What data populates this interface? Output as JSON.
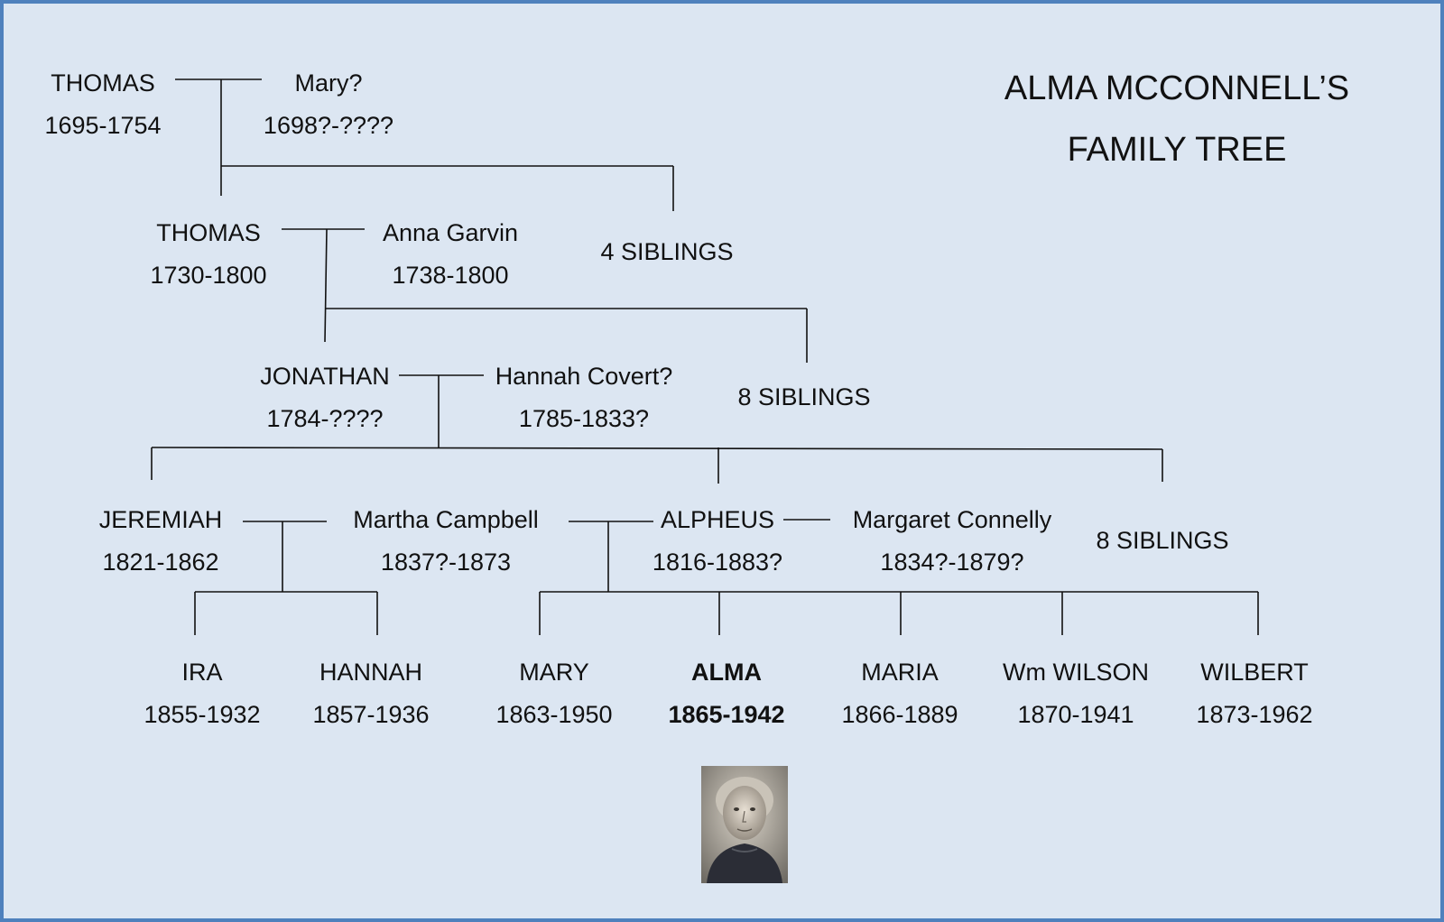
{
  "title": {
    "line1": "ALMA MCCONNELL’S",
    "line2": "FAMILY TREE"
  },
  "gen1": {
    "thomas": {
      "name": "THOMAS",
      "years": "1695-1754"
    },
    "mary": {
      "name": "Mary?",
      "years": "1698?-????"
    }
  },
  "gen2": {
    "thomas": {
      "name": "THOMAS",
      "years": "1730-1800"
    },
    "anna": {
      "name": "Anna Garvin",
      "years": "1738-1800"
    },
    "siblings": "4 SIBLINGS"
  },
  "gen3": {
    "jonathan": {
      "name": "JONATHAN",
      "years": "1784-????"
    },
    "hannah": {
      "name": "Hannah Covert?",
      "years": "1785-1833?"
    },
    "siblings": "8 SIBLINGS"
  },
  "gen4": {
    "jeremiah": {
      "name": "JEREMIAH",
      "years": "1821-1862"
    },
    "martha": {
      "name": "Martha Campbell",
      "years": "1837?-1873"
    },
    "alpheus": {
      "name": "ALPHEUS",
      "years": "1816-1883?"
    },
    "margaret": {
      "name": "Margaret Connelly",
      "years": "1834?-1879?"
    },
    "siblings": "8 SIBLINGS"
  },
  "gen5": {
    "ira": {
      "name": "IRA",
      "years": "1855-1932"
    },
    "hannah": {
      "name": "HANNAH",
      "years": "1857-1936"
    },
    "mary": {
      "name": "MARY",
      "years": "1863-1950"
    },
    "alma": {
      "name": "ALMA",
      "years": "1865-1942"
    },
    "maria": {
      "name": "MARIA",
      "years": "1866-1889"
    },
    "wilson": {
      "name": "Wm WILSON",
      "years": "1870-1941"
    },
    "wilbert": {
      "name": "WILBERT",
      "years": "1873-1962"
    }
  },
  "colors": {
    "background": "#dce6f2",
    "border": "#4f81bd",
    "line": "#111111"
  },
  "photo": {
    "icon": "portrait-photo-icon"
  }
}
